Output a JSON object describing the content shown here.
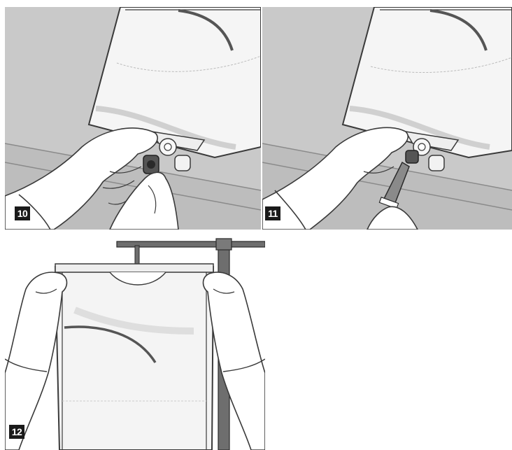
{
  "steps": [
    {
      "number": "10"
    },
    {
      "number": "11"
    },
    {
      "number": "12"
    }
  ],
  "colors": {
    "background_gray": "#c8c8c8",
    "bag_fill": "#f4f4f4",
    "outline": "#3a3a3a",
    "glove": "#ffffff",
    "badge": "#1a1a1a",
    "stand": "#6e6e6e"
  }
}
